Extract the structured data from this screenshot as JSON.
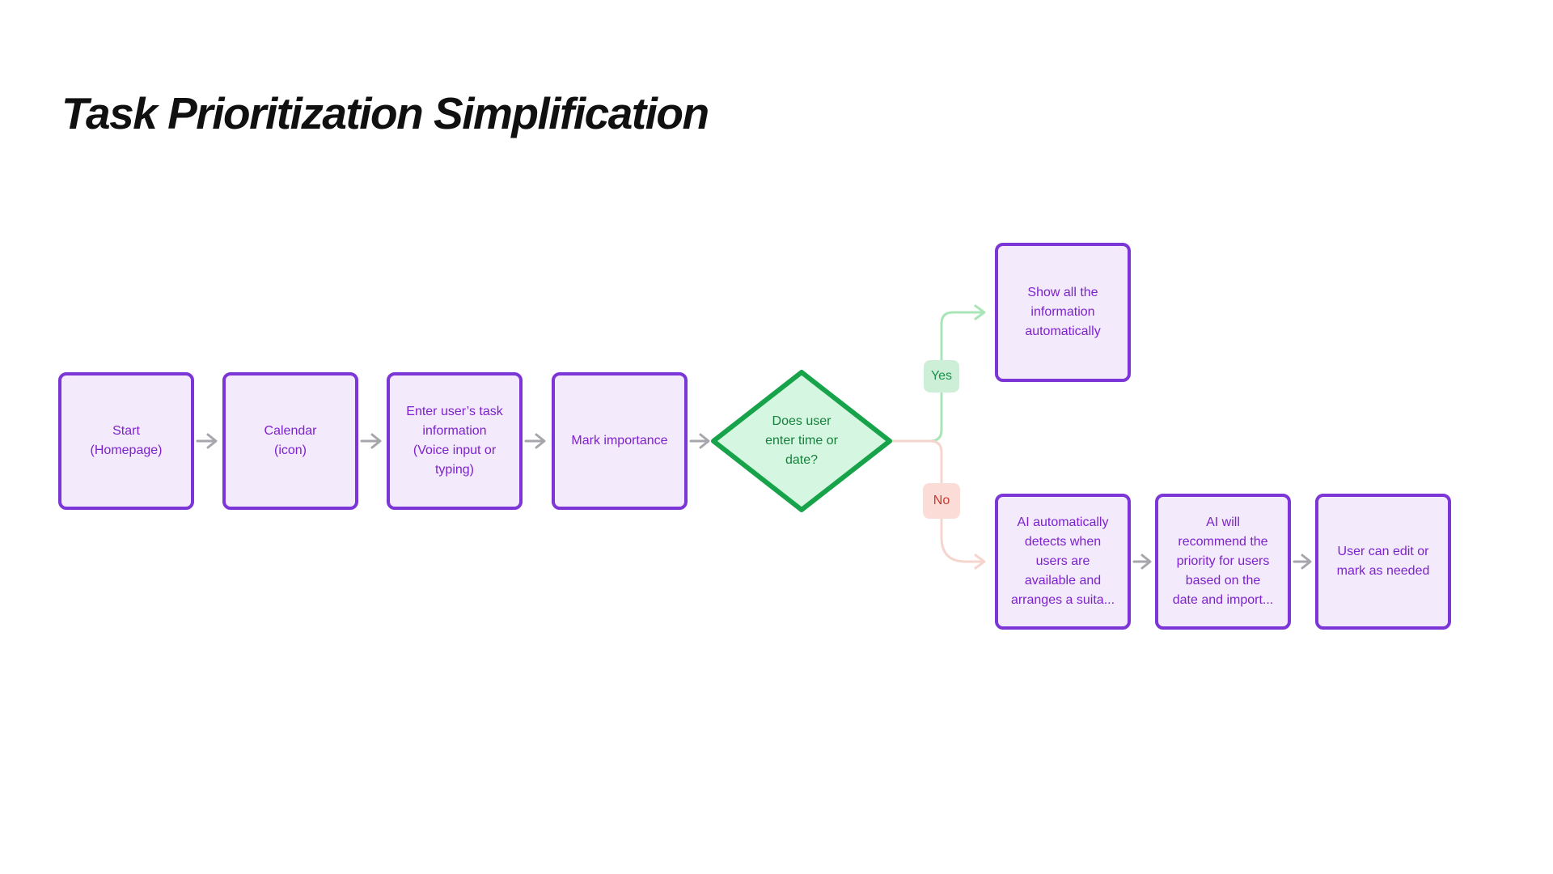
{
  "page": {
    "title": "Task Prioritization Simplification"
  },
  "flowchart": {
    "nodes": {
      "start": {
        "label": "Start\n(Homepage)"
      },
      "calendar": {
        "label": "Calendar\n(icon)"
      },
      "enter_task": {
        "label": "Enter user’s task\ninformation\n(Voice input or\ntyping)"
      },
      "mark_importance": {
        "label": "Mark importance"
      },
      "decision": {
        "label": "Does user\nenter time or\ndate?"
      },
      "show_all": {
        "label": "Show all the\ninformation\nautomatically"
      },
      "ai_detects": {
        "label": "AI automatically\ndetects when\nusers are\navailable and\narranges a suita..."
      },
      "ai_recommend": {
        "label": "AI will\nrecommend the\npriority for users\nbased on the\ndate and import..."
      },
      "user_edit": {
        "label": "User can edit or\nmark as needed"
      }
    },
    "edge_labels": {
      "yes": "Yes",
      "no": "No"
    },
    "colors": {
      "process_fill": "#F3EAFB",
      "process_border": "#7C35D6",
      "process_text": "#7E22CE",
      "decision_fill": "#D5F6E0",
      "decision_border": "#17A34A",
      "decision_text": "#17803D",
      "yes_badge_bg": "#CDEFD8",
      "yes_badge_text": "#17914C",
      "no_badge_bg": "#FBDCD6",
      "no_badge_text": "#C93A2E",
      "yes_line": "#A9E5B8",
      "no_line": "#F5D5CE",
      "arrow_gray": "#A6A6AD",
      "title_color": "#101010",
      "background": "#FFFFFF"
    }
  }
}
